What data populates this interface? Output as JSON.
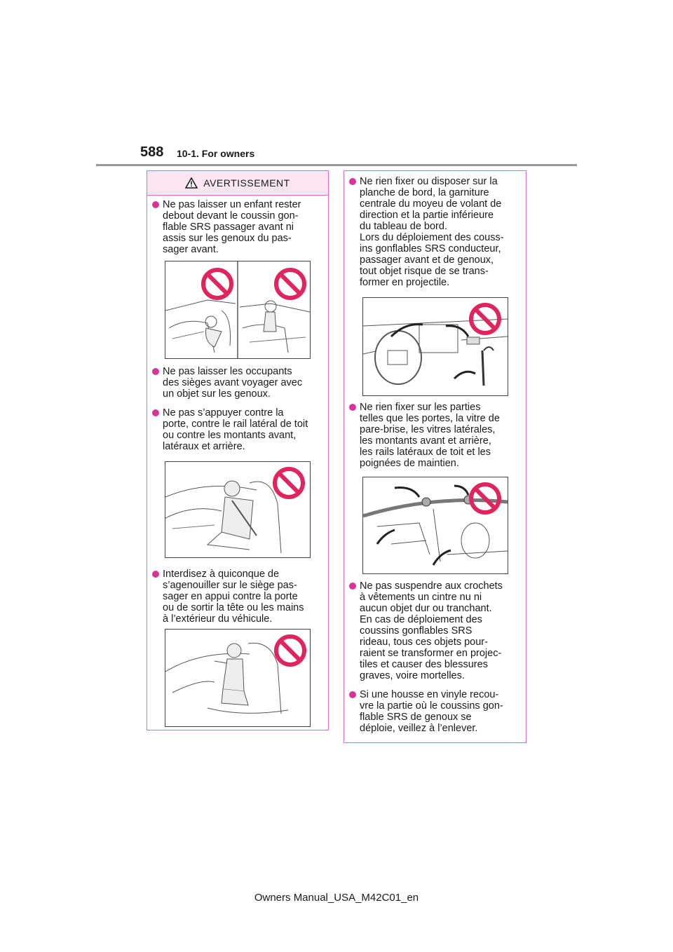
{
  "header": {
    "page_number": "588",
    "section": "10-1. For owners"
  },
  "warning": {
    "title": "AVERTISSEMENT",
    "icon": "warning-triangle-icon"
  },
  "left_items": [
    "Ne pas laisser un enfant rester\ndebout devant le coussin gon-\nflable SRS passager avant ni\nassis sur les genoux du pas-\nsager avant.",
    "Ne pas laisser les occupants\ndes sièges avant voyager avec\nun objet sur les genoux.",
    "Ne pas s’appuyer contre la\nporte, contre le rail latéral de toit\nou contre les montants avant,\nlatéraux et arrière.",
    "Interdisez à quiconque de\ns’agenouiller sur le siège pas-\nsager en appui contre la porte\nou de sortir la tête ou les mains\nà l’extérieur du véhicule."
  ],
  "right_items": [
    "Ne rien fixer ou disposer sur la\nplanche de bord, la garniture\ncentrale du moyeu de volant de\ndirection et la partie inférieure\ndu tableau de bord.\nLors du déploiement des couss-\nins gonflables SRS conducteur,\npassager avant et de genoux,\ntout objet risque de se trans-\nformer en projectile.",
    "Ne rien fixer sur les parties\ntelles que les portes, la vitre de\npare-brise, les vitres latérales,\nles montants avant et arrière,\nles rails latéraux de toit et les\npoignées de maintien.",
    "Ne pas suspendre aux crochets\nà vêtements un cintre nu ni\naucun objet dur ou tranchant.\nEn cas de déploiement des\ncoussins gonflables SRS\nrideau, tous ces objets pour-\nraient se transformer en projec-\ntiles et causer des blessures\ngraves, voire mortelles.",
    "Si une housse en vinyle recou-\nvre la partie où le coussins gon-\nflable SRS de genoux se\ndéploie, veillez à l’enlever."
  ],
  "footer": {
    "text": "Owners Manual_USA_M42C01_en"
  },
  "colors": {
    "accent": "#d9339a",
    "box_border": "#e06cc2",
    "header_fill": "#fbe5f2",
    "prohibition": "#e0245e"
  }
}
